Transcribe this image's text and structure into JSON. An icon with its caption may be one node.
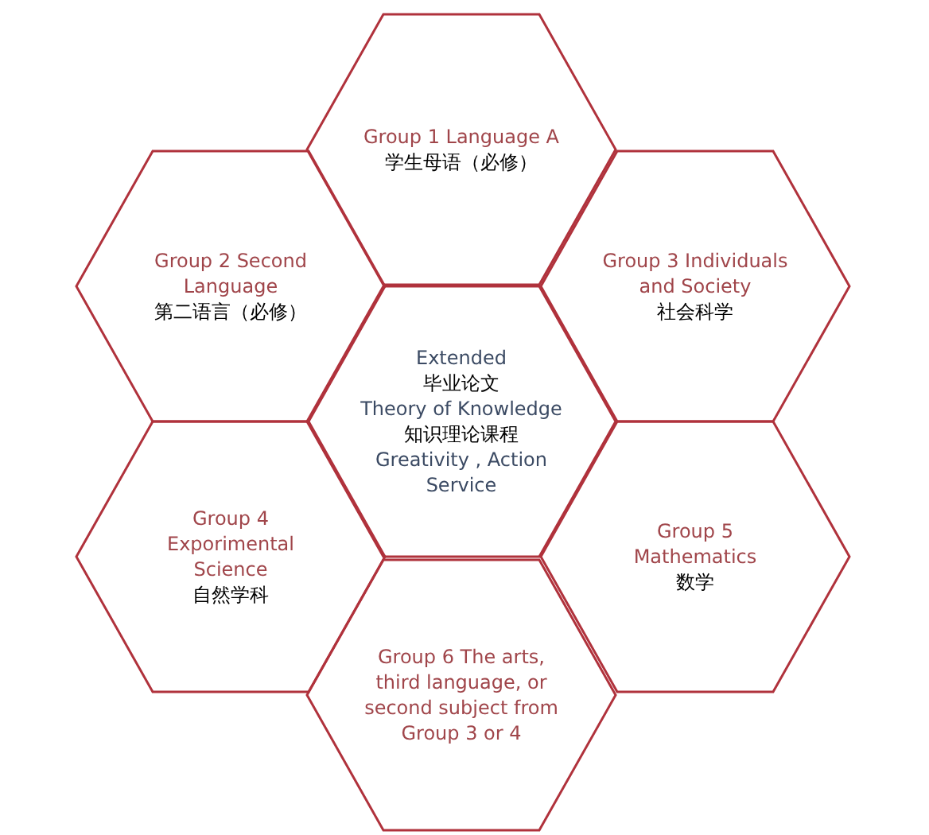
{
  "diagram": {
    "nodes": [
      {
        "text": [
          "Group 1 Language A",
          "学生母语（必修）"
        ]
      },
      {
        "text": [
          "Group 2 Second Language",
          "第二语言（必修）"
        ]
      },
      {
        "text": [
          "Group 3 Individuals and Society",
          "社会科学"
        ]
      },
      {
        "text": [
          "Extended",
          "毕业论文",
          "Theory of Knowledge",
          "知识理论课程",
          "Greativity , Action Service"
        ]
      },
      {
        "text": [
          "Group 4 Exporimental Science",
          "自然学科"
        ]
      },
      {
        "text": [
          "Group 5 Mathematics",
          "数学"
        ]
      },
      {
        "text": [
          "Group 6 The arts, third language, or second subject from Group 3 or 4"
        ]
      }
    ],
    "edges": []
  }
}
